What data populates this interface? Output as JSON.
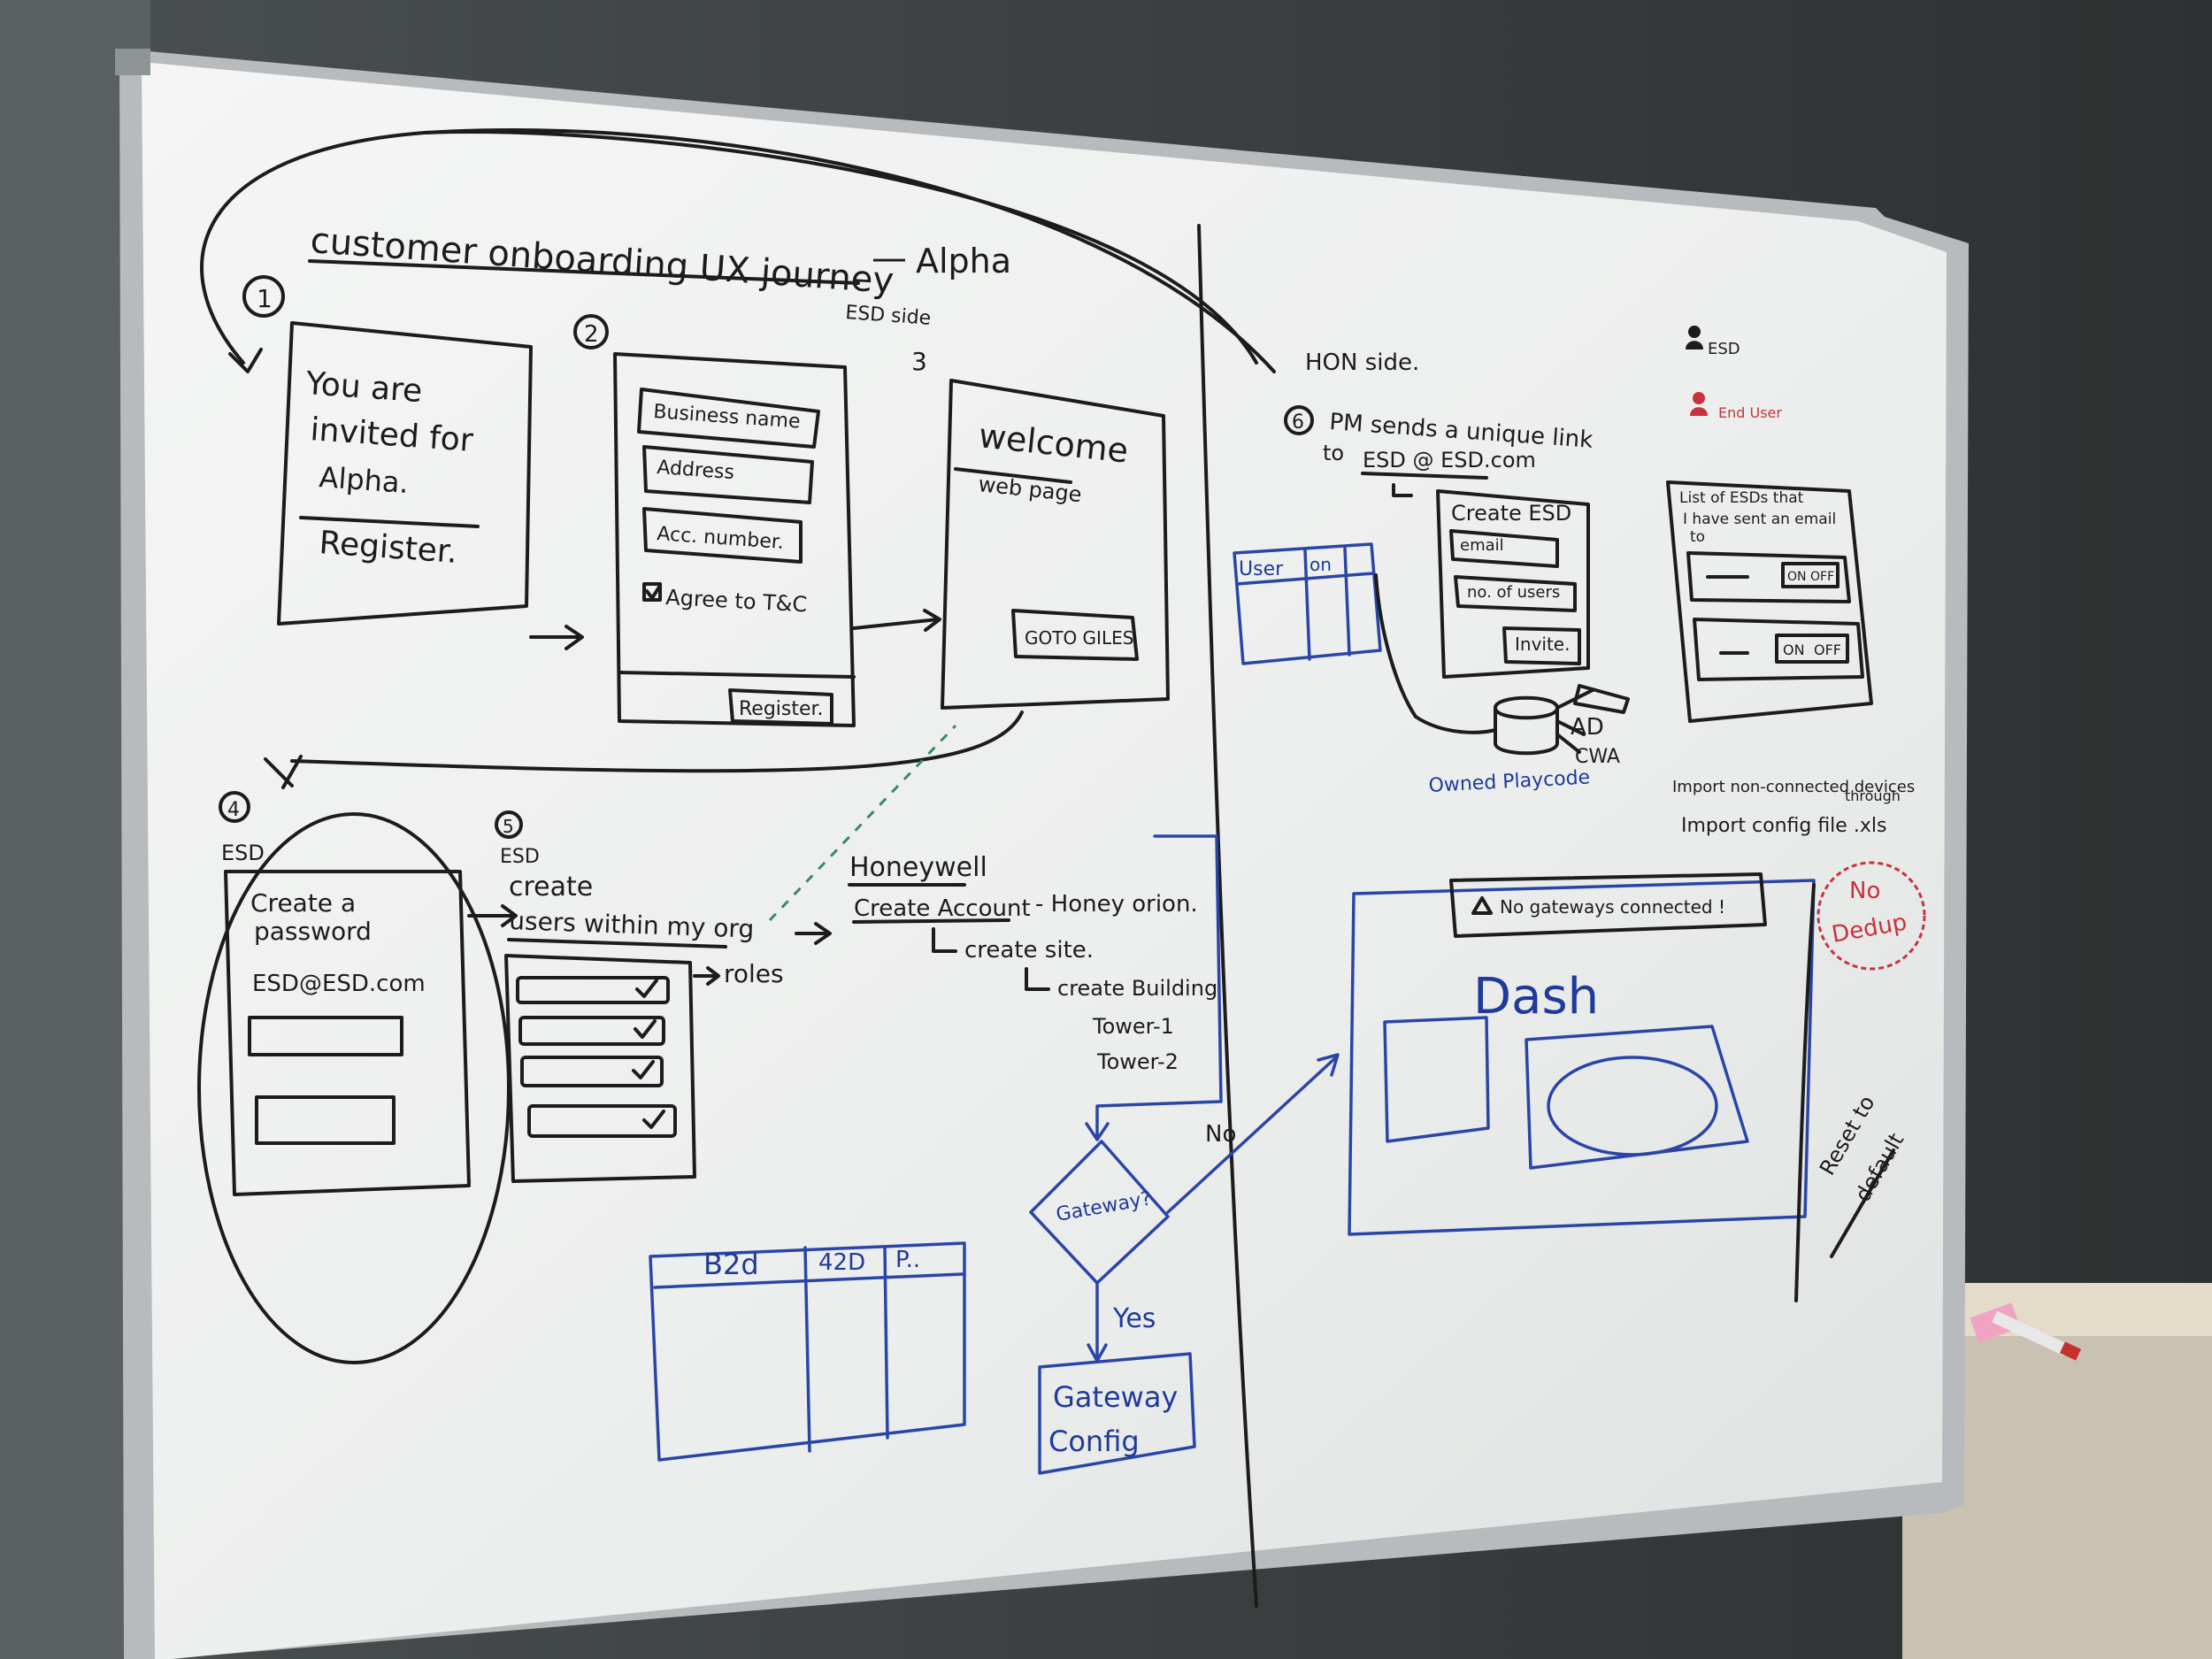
{
  "board": {
    "title": "customer onboarding UX journey",
    "title_dash": "—",
    "title_alpha": "Alpha",
    "esd_side": "ESD side",
    "step1": {
      "num": "1",
      "line1": "You are",
      "line2": "invited for",
      "line3": "Alpha.",
      "register": "Register."
    },
    "step2": {
      "num": "2",
      "field1": "Business name",
      "field2": "Address",
      "field3": "Acc. number.",
      "agree": "Agree to T&C",
      "button": "Register."
    },
    "step3": {
      "num": "3",
      "welcome": "welcome",
      "sub": "web page",
      "button": "GOTO GILES"
    },
    "step4": {
      "num": "4",
      "role": "ESD",
      "line1": "Create a",
      "line2": "password",
      "email": "ESD@ESD.com"
    },
    "step5": {
      "num": "5",
      "role": "ESD",
      "line1": "create",
      "line2": "users within my org",
      "roles": "roles"
    },
    "honeywell": {
      "title": "Honeywell",
      "create_account": "Create Account",
      "honey_orion": "- Honey orion.",
      "create_site": "create site.",
      "create_building": "create Building",
      "tower1": "Tower-1",
      "tower2": "Tower-2"
    },
    "flow": {
      "gateway": "Gateway?",
      "no": "No",
      "yes": "Yes",
      "gateway_config_1": "Gateway",
      "gateway_config_2": "Config"
    },
    "table_left": {
      "h1": "B2d",
      "h2": "42D",
      "h3": "P.."
    },
    "table_right": {
      "h1": "User",
      "h2": "on"
    },
    "hon": {
      "side": "HON side.",
      "step_num": "6",
      "pm_line": "PM sends a unique link",
      "to_line": "to",
      "email": "ESD @ ESD.com",
      "create_esd": "Create ESD",
      "email_field": "email",
      "users_field": "no. of users",
      "invite": "Invite.",
      "ad": "AD",
      "cwa": "CWA",
      "owned": "Owned Playcode",
      "legend_esd": "ESD",
      "legend_end_user": "End User",
      "list_title_1": "List of ESDs that",
      "list_title_2": "I have sent an email",
      "list_title_3": "to",
      "on": "ON",
      "off": "OFF",
      "import_line1": "Import non-connected devices",
      "import_line2": "through",
      "import_line3": "Import config file .xls",
      "no_gateways": "No gateways connected !",
      "dash": "Dash",
      "no_dedup_1": "No",
      "no_dedup_2": "Dedup",
      "reset_1": "Reset to",
      "reset_2": "default"
    }
  }
}
